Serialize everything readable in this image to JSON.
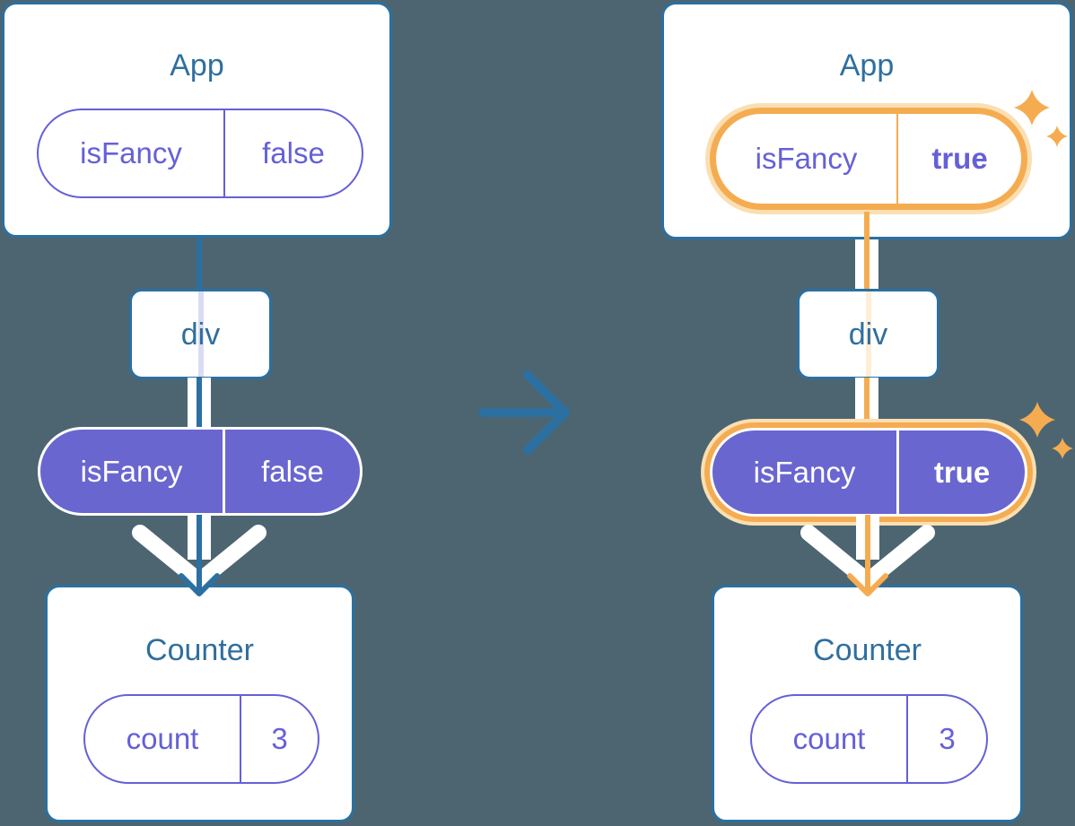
{
  "colors": {
    "background": "#4c6571",
    "steel": "#2b70a1",
    "title-text": "#2f6f9e",
    "purple": "#6560d8",
    "purple-fill": "#6a66d0",
    "lavender-pipe": "#d8ddf2",
    "orange": "#f5ac51",
    "orange-halo": "#fadfb2",
    "cream-pipe": "#fdeed6"
  },
  "panels": [
    {
      "id": "before",
      "app": {
        "title": "App",
        "prop": {
          "name": "isFancy",
          "value": "false"
        }
      },
      "container": {
        "label": "div"
      },
      "passed_prop": {
        "name": "isFancy",
        "value": "false"
      },
      "counter": {
        "title": "Counter",
        "state": {
          "name": "count",
          "value": "3"
        }
      }
    },
    {
      "id": "after",
      "app": {
        "title": "App",
        "prop": {
          "name": "isFancy",
          "value": "true"
        }
      },
      "container": {
        "label": "div"
      },
      "passed_prop": {
        "name": "isFancy",
        "value": "true"
      },
      "counter": {
        "title": "Counter",
        "state": {
          "name": "count",
          "value": "3"
        }
      }
    }
  ]
}
